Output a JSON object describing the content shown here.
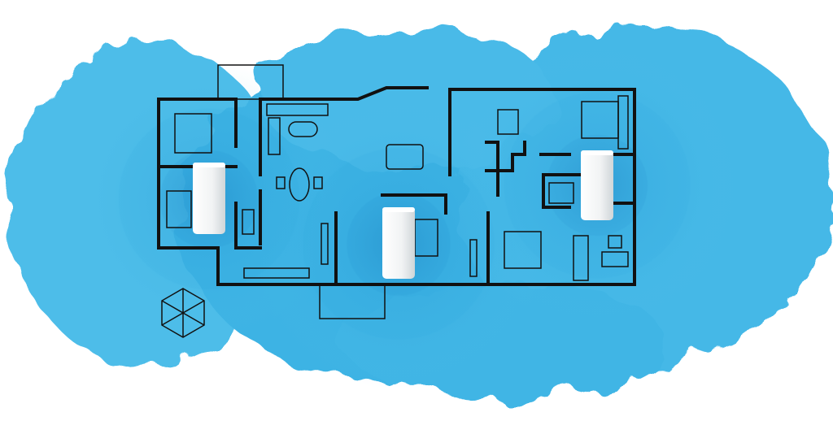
{
  "colors": {
    "background": "#ffffff",
    "coverage_light": "#5ec6ee",
    "coverage_mid": "#34ade0",
    "coverage_dark": "#1f8fcc",
    "walls": "#111111",
    "node_body": "#f4f6f7",
    "node_shade": "#d5dadd"
  },
  "nodes": [
    {
      "name": "node-left"
    },
    {
      "name": "node-center"
    },
    {
      "name": "node-right"
    }
  ],
  "icons": [
    "wifi-coverage-icon",
    "mesh-router-icon",
    "floor-plan-icon",
    "gazebo-icon"
  ]
}
